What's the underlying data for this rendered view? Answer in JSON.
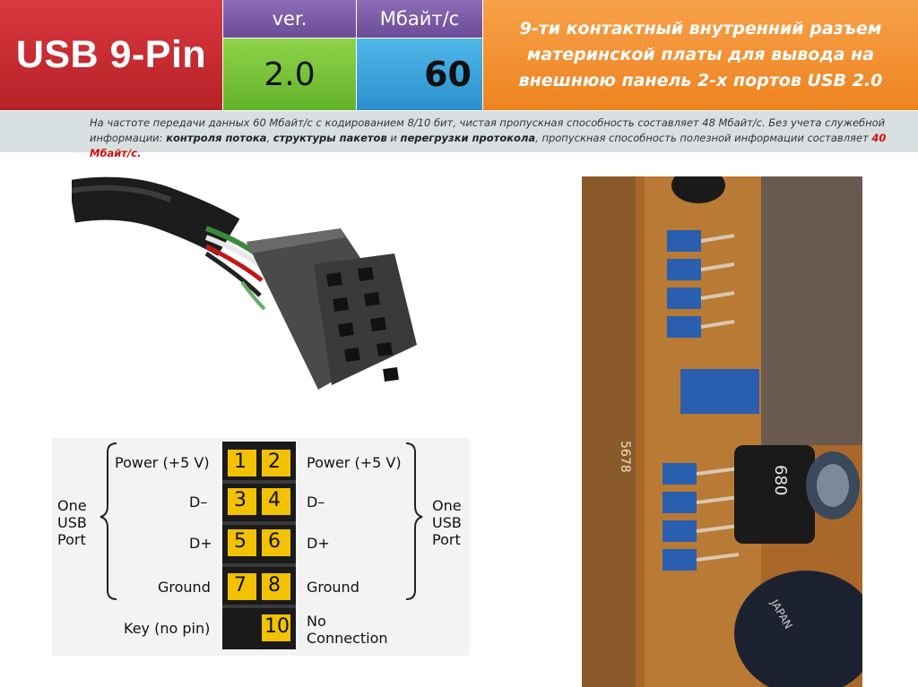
{
  "header": {
    "title": "USB 9-Pin",
    "version_label": "ver.",
    "version_value": "2.0",
    "speed_label": "Мбайт/с",
    "speed_value": "60",
    "description": "9-ти контактный внутренний разъем материнской платы для вывода на внешнюю панель 2-х портов USB 2.0"
  },
  "note": {
    "part1": "На частоте передачи данных 60 Мбайт/с с кодированием 8/10 бит, чистая пропускная способность составляет 48 Мбайт/с. Без учета служебной информации: ",
    "bold1": "контроля потока",
    "sep1": ", ",
    "bold2": "структуры пакетов",
    "sep2": " и ",
    "bold3": "перегрузки протокола",
    "part2": ", пропускная способность полезной информации составляет ",
    "highlight": "40 Мбайт/с."
  },
  "pinout": {
    "left_group": "One USB Port",
    "right_group": "One USB Port",
    "left_group_lines": [
      "One",
      "USB",
      "Port"
    ],
    "right_group_lines": [
      "One",
      "USB",
      "Port"
    ],
    "rows": [
      {
        "left_label": "Power (+5 V)",
        "left_pin": "1",
        "right_pin": "2",
        "right_label": "Power (+5 V)"
      },
      {
        "left_label": "D–",
        "left_pin": "3",
        "right_pin": "4",
        "right_label": "D–"
      },
      {
        "left_label": "D+",
        "left_pin": "5",
        "right_pin": "6",
        "right_label": "D+"
      },
      {
        "left_label": "Ground",
        "left_pin": "7",
        "right_pin": "8",
        "right_label": "Ground"
      },
      {
        "left_label": "Key (no pin)",
        "left_pin": "",
        "right_pin": "10",
        "right_label": "No Connection"
      }
    ],
    "right_last_lines": [
      "No",
      "Connection"
    ]
  },
  "board_photo": {
    "silkscreen_text": "5678",
    "capacitor_text": "680",
    "capacitor_brand": "JAPAN"
  },
  "colors": {
    "title_bg": "#c8282e",
    "header_purple": "#7a5aa6",
    "version_green": "#76c236",
    "speed_blue": "#3aa2da",
    "desc_orange": "#f39231",
    "note_bg": "#d7dfe0",
    "highlight_red": "#d01010",
    "pin_yellow": "#f2c200"
  }
}
